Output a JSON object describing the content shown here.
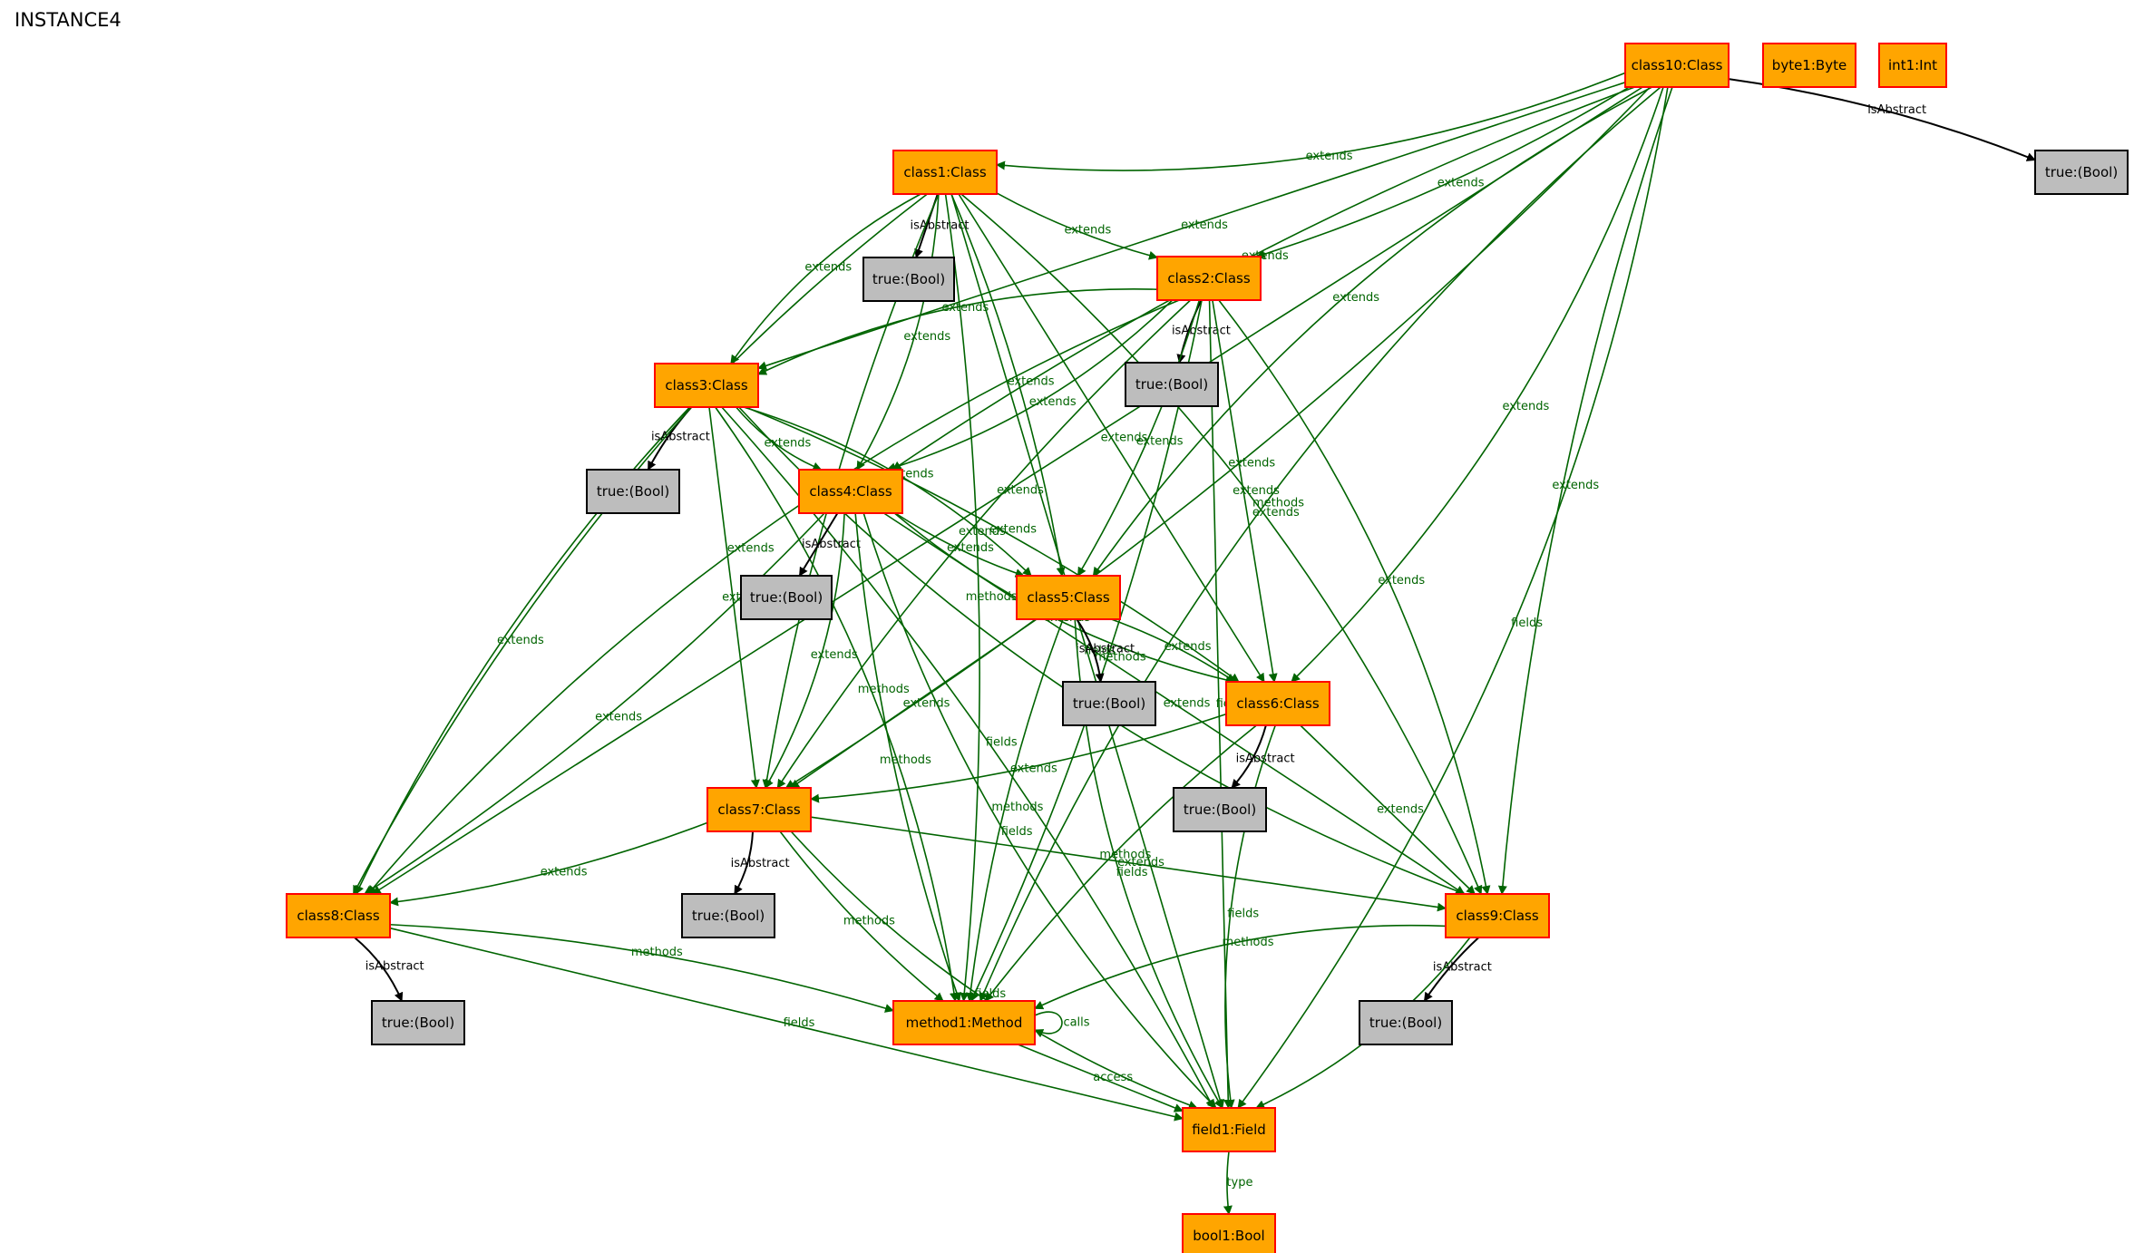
{
  "title": "INSTANCE4",
  "colors": {
    "class_fill": "#ffa500",
    "class_stroke": "#ff0000",
    "value_fill": "#bdbdbd",
    "value_stroke": "#000000",
    "green_edge": "#006400",
    "black_edge": "#000000"
  },
  "nodes": [
    {
      "id": "class10",
      "label": "class10:Class",
      "kind": "class"
    },
    {
      "id": "byte1",
      "label": "byte1:Byte",
      "kind": "class"
    },
    {
      "id": "int1",
      "label": "int1:Int",
      "kind": "class"
    },
    {
      "id": "t10",
      "label": "true:(Bool)",
      "kind": "value"
    },
    {
      "id": "class1",
      "label": "class1:Class",
      "kind": "class"
    },
    {
      "id": "t1",
      "label": "true:(Bool)",
      "kind": "value"
    },
    {
      "id": "class2",
      "label": "class2:Class",
      "kind": "class"
    },
    {
      "id": "t2",
      "label": "true:(Bool)",
      "kind": "value"
    },
    {
      "id": "class3",
      "label": "class3:Class",
      "kind": "class"
    },
    {
      "id": "t3",
      "label": "true:(Bool)",
      "kind": "value"
    },
    {
      "id": "class4",
      "label": "class4:Class",
      "kind": "class"
    },
    {
      "id": "t4",
      "label": "true:(Bool)",
      "kind": "value"
    },
    {
      "id": "class5",
      "label": "class5:Class",
      "kind": "class"
    },
    {
      "id": "t5",
      "label": "true:(Bool)",
      "kind": "value"
    },
    {
      "id": "class6",
      "label": "class6:Class",
      "kind": "class"
    },
    {
      "id": "t6",
      "label": "true:(Bool)",
      "kind": "value"
    },
    {
      "id": "class7",
      "label": "class7:Class",
      "kind": "class"
    },
    {
      "id": "t7",
      "label": "true:(Bool)",
      "kind": "value"
    },
    {
      "id": "class8",
      "label": "class8:Class",
      "kind": "class"
    },
    {
      "id": "t8",
      "label": "true:(Bool)",
      "kind": "value"
    },
    {
      "id": "class9",
      "label": "class9:Class",
      "kind": "class"
    },
    {
      "id": "t9",
      "label": "true:(Bool)",
      "kind": "value"
    },
    {
      "id": "method1",
      "label": "method1:Method",
      "kind": "class"
    },
    {
      "id": "field1",
      "label": "field1:Field",
      "kind": "class"
    },
    {
      "id": "bool1",
      "label": "bool1:Bool",
      "kind": "class"
    }
  ],
  "edges": [
    {
      "from": "class10",
      "to": "class1",
      "label": "extends"
    },
    {
      "from": "class10",
      "to": "class2",
      "label": "extends"
    },
    {
      "from": "class10",
      "to": "class3",
      "label": "extends"
    },
    {
      "from": "class10",
      "to": "class4",
      "label": "extends"
    },
    {
      "from": "class10",
      "to": "class5",
      "label": "extends"
    },
    {
      "from": "class10",
      "to": "class6",
      "label": "extends"
    },
    {
      "from": "class10",
      "to": "class7",
      "label": "extends"
    },
    {
      "from": "class10",
      "to": "class8",
      "label": "extends"
    },
    {
      "from": "class10",
      "to": "class9",
      "label": "extends"
    },
    {
      "from": "class10",
      "to": "method1",
      "label": "methods"
    },
    {
      "from": "class10",
      "to": "field1",
      "label": "fields"
    },
    {
      "from": "class10",
      "to": "t10",
      "label": "isAbstract",
      "black": true
    },
    {
      "from": "class1",
      "to": "t1",
      "label": "isAbstract",
      "black": true
    },
    {
      "from": "class1",
      "to": "class2",
      "label": "extends"
    },
    {
      "from": "class1",
      "to": "class3",
      "label": "extends"
    },
    {
      "from": "class1",
      "to": "class4",
      "label": "extends"
    },
    {
      "from": "class1",
      "to": "class5",
      "label": "extends"
    },
    {
      "from": "class1",
      "to": "class6",
      "label": "extends"
    },
    {
      "from": "class1",
      "to": "class7",
      "label": "extends"
    },
    {
      "from": "class1",
      "to": "class8",
      "label": "extends"
    },
    {
      "from": "class1",
      "to": "class9",
      "label": "extends"
    },
    {
      "from": "class1",
      "to": "method1",
      "label": "methods"
    },
    {
      "from": "class1",
      "to": "field1",
      "label": "fields"
    },
    {
      "from": "class2",
      "to": "t2",
      "label": "isAbstract",
      "black": true
    },
    {
      "from": "class2",
      "to": "class3",
      "label": "extends"
    },
    {
      "from": "class2",
      "to": "class4",
      "label": "extends"
    },
    {
      "from": "class2",
      "to": "class5",
      "label": "extends"
    },
    {
      "from": "class2",
      "to": "class6",
      "label": "extends"
    },
    {
      "from": "class2",
      "to": "class7",
      "label": "extends"
    },
    {
      "from": "class2",
      "to": "class8",
      "label": "extends"
    },
    {
      "from": "class2",
      "to": "class9",
      "label": "extends"
    },
    {
      "from": "class2",
      "to": "method1",
      "label": "methods"
    },
    {
      "from": "class2",
      "to": "field1",
      "label": "fields"
    },
    {
      "from": "class3",
      "to": "t3",
      "label": "isAbstract",
      "black": true
    },
    {
      "from": "class3",
      "to": "class4",
      "label": "extends"
    },
    {
      "from": "class3",
      "to": "class5",
      "label": "extends"
    },
    {
      "from": "class3",
      "to": "class6",
      "label": "extends"
    },
    {
      "from": "class3",
      "to": "class7",
      "label": "extends"
    },
    {
      "from": "class3",
      "to": "class8",
      "label": "extends"
    },
    {
      "from": "class3",
      "to": "class9",
      "label": "extends"
    },
    {
      "from": "class3",
      "to": "method1",
      "label": "methods"
    },
    {
      "from": "class3",
      "to": "field1",
      "label": "fields"
    },
    {
      "from": "class4",
      "to": "t4",
      "label": "isAbstract",
      "black": true
    },
    {
      "from": "class4",
      "to": "class5",
      "label": "extends"
    },
    {
      "from": "class4",
      "to": "class6",
      "label": "extends"
    },
    {
      "from": "class4",
      "to": "class7",
      "label": "extends"
    },
    {
      "from": "class4",
      "to": "class8",
      "label": "extends"
    },
    {
      "from": "class4",
      "to": "class9",
      "label": "extends"
    },
    {
      "from": "class4",
      "to": "method1",
      "label": "methods"
    },
    {
      "from": "class4",
      "to": "field1",
      "label": "fields"
    },
    {
      "from": "class5",
      "to": "t5",
      "label": "isAbstract",
      "black": true
    },
    {
      "from": "class5",
      "to": "class6",
      "label": "extends"
    },
    {
      "from": "class5",
      "to": "class7",
      "label": "extends"
    },
    {
      "from": "class5",
      "to": "method1",
      "label": "methods"
    },
    {
      "from": "class5",
      "to": "field1",
      "label": "fields"
    },
    {
      "from": "class6",
      "to": "t6",
      "label": "isAbstract",
      "black": true
    },
    {
      "from": "class6",
      "to": "class7",
      "label": "extends"
    },
    {
      "from": "class6",
      "to": "class9",
      "label": "extends"
    },
    {
      "from": "class6",
      "to": "method1",
      "label": "methods"
    },
    {
      "from": "class6",
      "to": "field1",
      "label": "fields"
    },
    {
      "from": "class7",
      "to": "t7",
      "label": "isAbstract",
      "black": true
    },
    {
      "from": "class7",
      "to": "class8",
      "label": "extends"
    },
    {
      "from": "class7",
      "to": "class9",
      "label": "extends"
    },
    {
      "from": "class7",
      "to": "method1",
      "label": "methods"
    },
    {
      "from": "class7",
      "to": "field1",
      "label": "fields"
    },
    {
      "from": "class8",
      "to": "t8",
      "label": "isAbstract",
      "black": true
    },
    {
      "from": "class8",
      "to": "method1",
      "label": "methods"
    },
    {
      "from": "class8",
      "to": "field1",
      "label": "fields"
    },
    {
      "from": "class9",
      "to": "t9",
      "label": "isAbstract",
      "black": true
    },
    {
      "from": "class9",
      "to": "method1",
      "label": "methods"
    },
    {
      "from": "class9",
      "to": "field1",
      "label": "fields"
    },
    {
      "from": "method1",
      "to": "method1",
      "label": "calls",
      "self": true
    },
    {
      "from": "method1",
      "to": "field1",
      "label": "access"
    },
    {
      "from": "field1",
      "to": "bool1",
      "label": "type"
    }
  ]
}
